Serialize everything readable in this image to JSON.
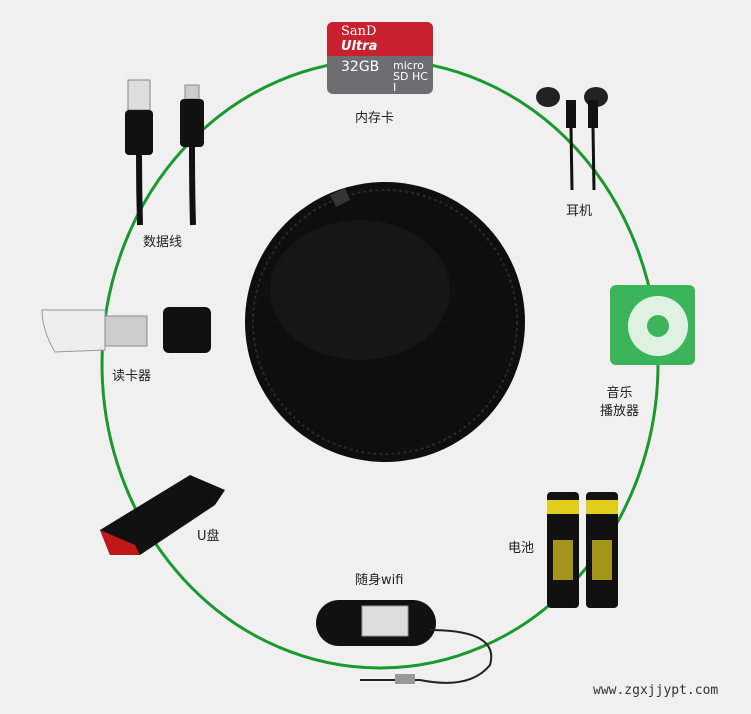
{
  "items": [
    {
      "label": "内存卡"
    },
    {
      "label": "耳机"
    },
    {
      "label": "音乐\n播放器",
      "line1": "音乐",
      "line2": "播放器"
    },
    {
      "label": "电池"
    },
    {
      "label": "随身wifi"
    },
    {
      "label": "U盘"
    },
    {
      "label": "读卡器"
    },
    {
      "label": "数据线"
    }
  ],
  "sd_card": {
    "brand": "SanD",
    "line": "Ultra",
    "capacity": "32GB",
    "type": "micro SD HC I"
  },
  "watermark": "www.zgxjjypt.com",
  "colors": {
    "ring": "#1a9a2e",
    "background": "#f0f0f0",
    "pouch": "#111111",
    "ipod": "#3cb55a"
  }
}
